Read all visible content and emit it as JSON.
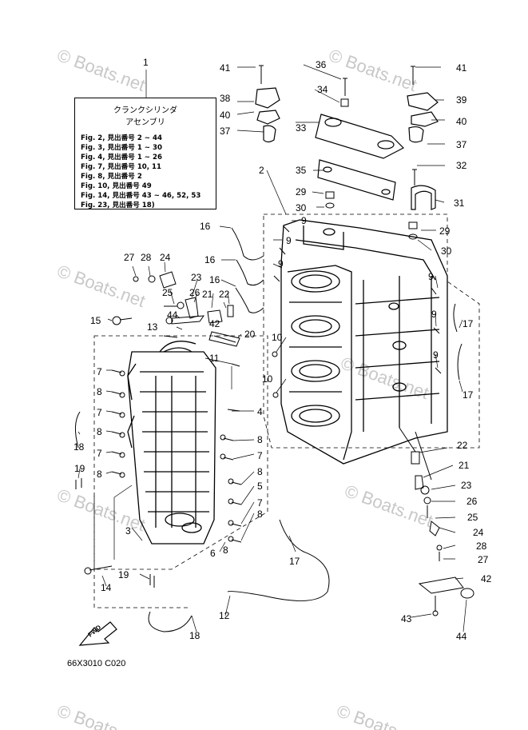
{
  "diagram": {
    "title_ref": "1",
    "assembly_name_line1": "クランクシリンダ",
    "assembly_name_line2": "アセンブリ",
    "figure_refs": [
      "Fig. 2, 見出番号 2 ~ 44",
      "Fig. 3, 見出番号 1 ~ 30",
      "Fig. 4, 見出番号 1 ~ 26",
      "Fig. 7, 見出番号 10, 11",
      "Fig. 8, 見出番号 2",
      "Fig. 10, 見出番号 49",
      "Fig. 14, 見出番号 43 ~ 46, 52, 53",
      "Fig. 23, 見出番号 18)"
    ],
    "drawing_code": "66X3010 C020",
    "fwd_label": "FWD",
    "watermark": "© Boats.net"
  },
  "callouts": [
    "1",
    "2",
    "3",
    "4",
    "5",
    "6",
    "7",
    "8",
    "9",
    "10",
    "11",
    "12",
    "13",
    "14",
    "15",
    "16",
    "17",
    "18",
    "19",
    "20",
    "21",
    "22",
    "23",
    "24",
    "25",
    "26",
    "27",
    "28",
    "29",
    "30",
    "31",
    "32",
    "33",
    "34",
    "35",
    "36",
    "37",
    "38",
    "39",
    "40",
    "41",
    "42",
    "43",
    "44"
  ]
}
